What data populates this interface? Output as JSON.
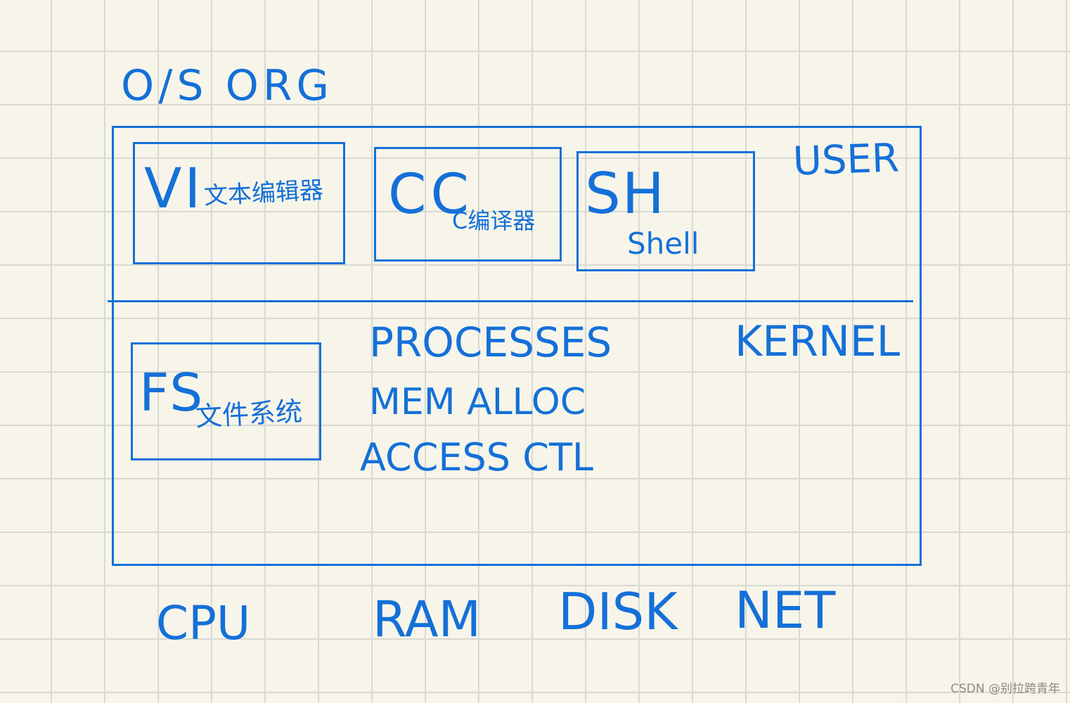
{
  "diagram": {
    "title": "O/S ORG",
    "user_space": {
      "label": "USER",
      "programs": [
        {
          "name": "VI",
          "note": "文本编辑器"
        },
        {
          "name": "CC",
          "note": "C编译器"
        },
        {
          "name": "SH",
          "note": "Shell"
        }
      ]
    },
    "kernel_space": {
      "label": "KERNEL",
      "fs": {
        "name": "FS",
        "note": "文件系统"
      },
      "services": [
        "PROCESSES",
        "MEM ALLOC",
        "ACCESS CTL"
      ]
    },
    "hardware": [
      "CPU",
      "RAM",
      "DISK",
      "NET"
    ]
  },
  "watermark": "CSDN @别拉跨青年",
  "colors": {
    "ink": "#1470d8",
    "paper": "#f7f5ea",
    "grid": "#d9d9d2"
  }
}
